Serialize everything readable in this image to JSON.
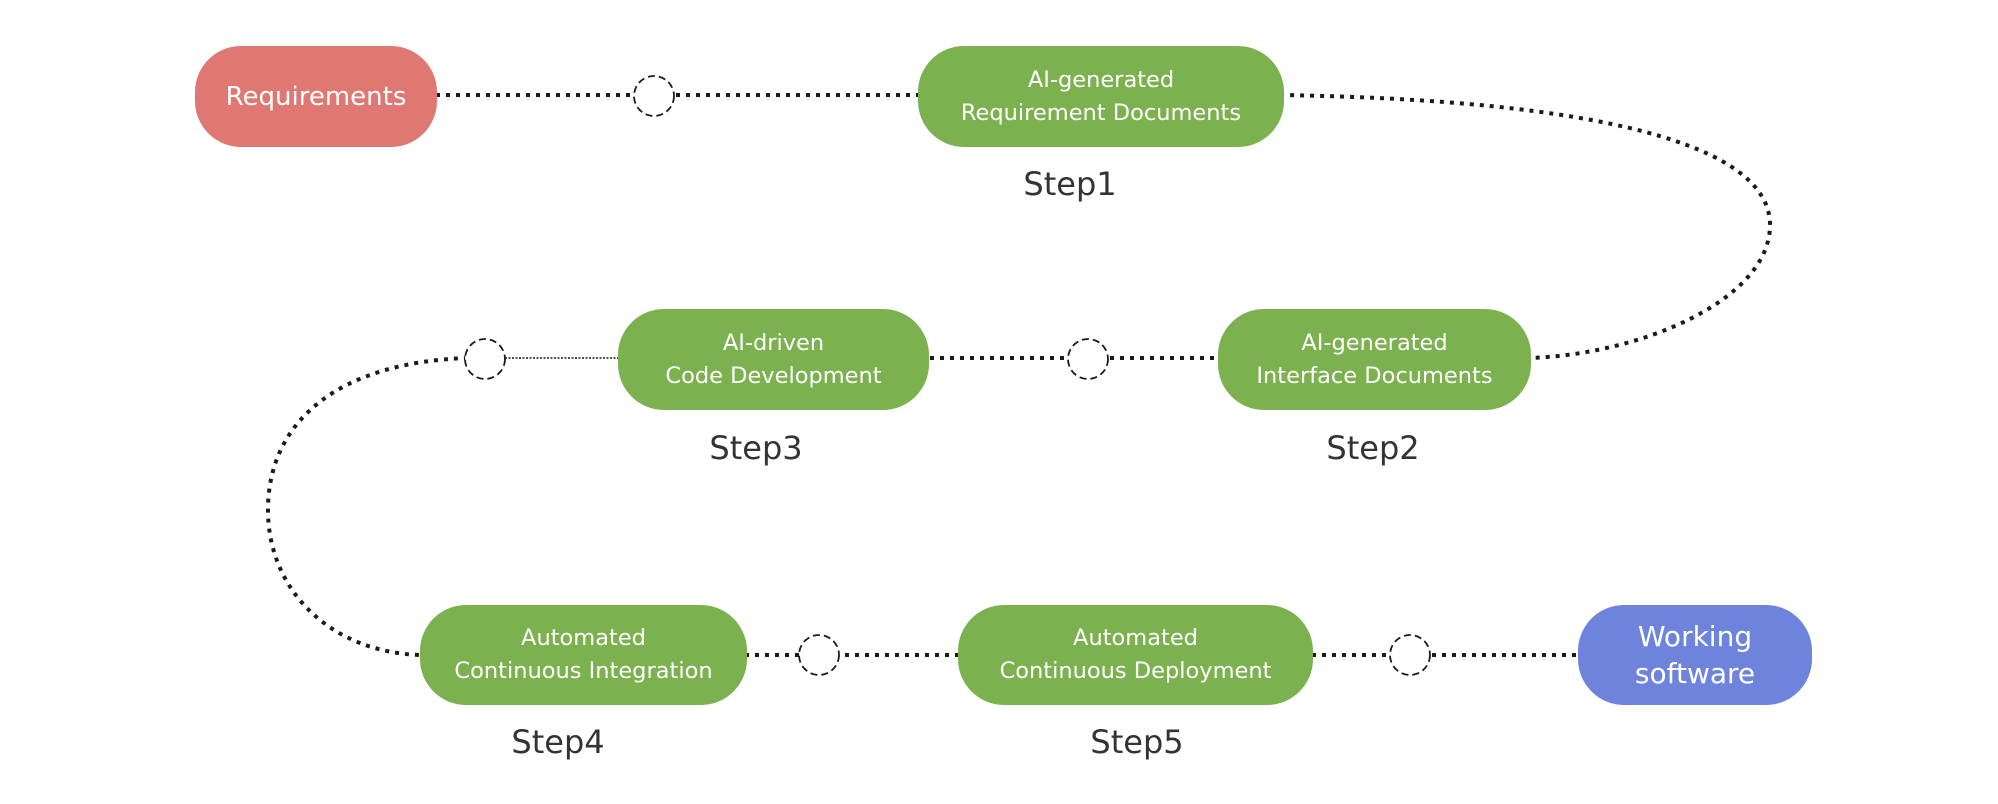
{
  "colors": {
    "start": "#df7773",
    "step": "#7cb14f",
    "end": "#6e84dc",
    "connector": "#1a1a1a",
    "label_text": "#333333"
  },
  "nodes": {
    "requirements": {
      "lines": [
        "Requirements"
      ]
    },
    "step1": {
      "lines": [
        "AI-generated",
        "Requirement Documents"
      ],
      "label": "Step1"
    },
    "step2": {
      "lines": [
        "AI-generated",
        "Interface Documents"
      ],
      "label": "Step2"
    },
    "step3": {
      "lines": [
        "AI-driven",
        "Code Development"
      ],
      "label": "Step3"
    },
    "step4": {
      "lines": [
        "Automated",
        "Continuous Integration"
      ],
      "label": "Step4"
    },
    "step5": {
      "lines": [
        "Automated",
        "Continuous Deployment"
      ],
      "label": "Step5"
    },
    "working_software": {
      "lines": [
        "Working",
        "software"
      ]
    }
  }
}
